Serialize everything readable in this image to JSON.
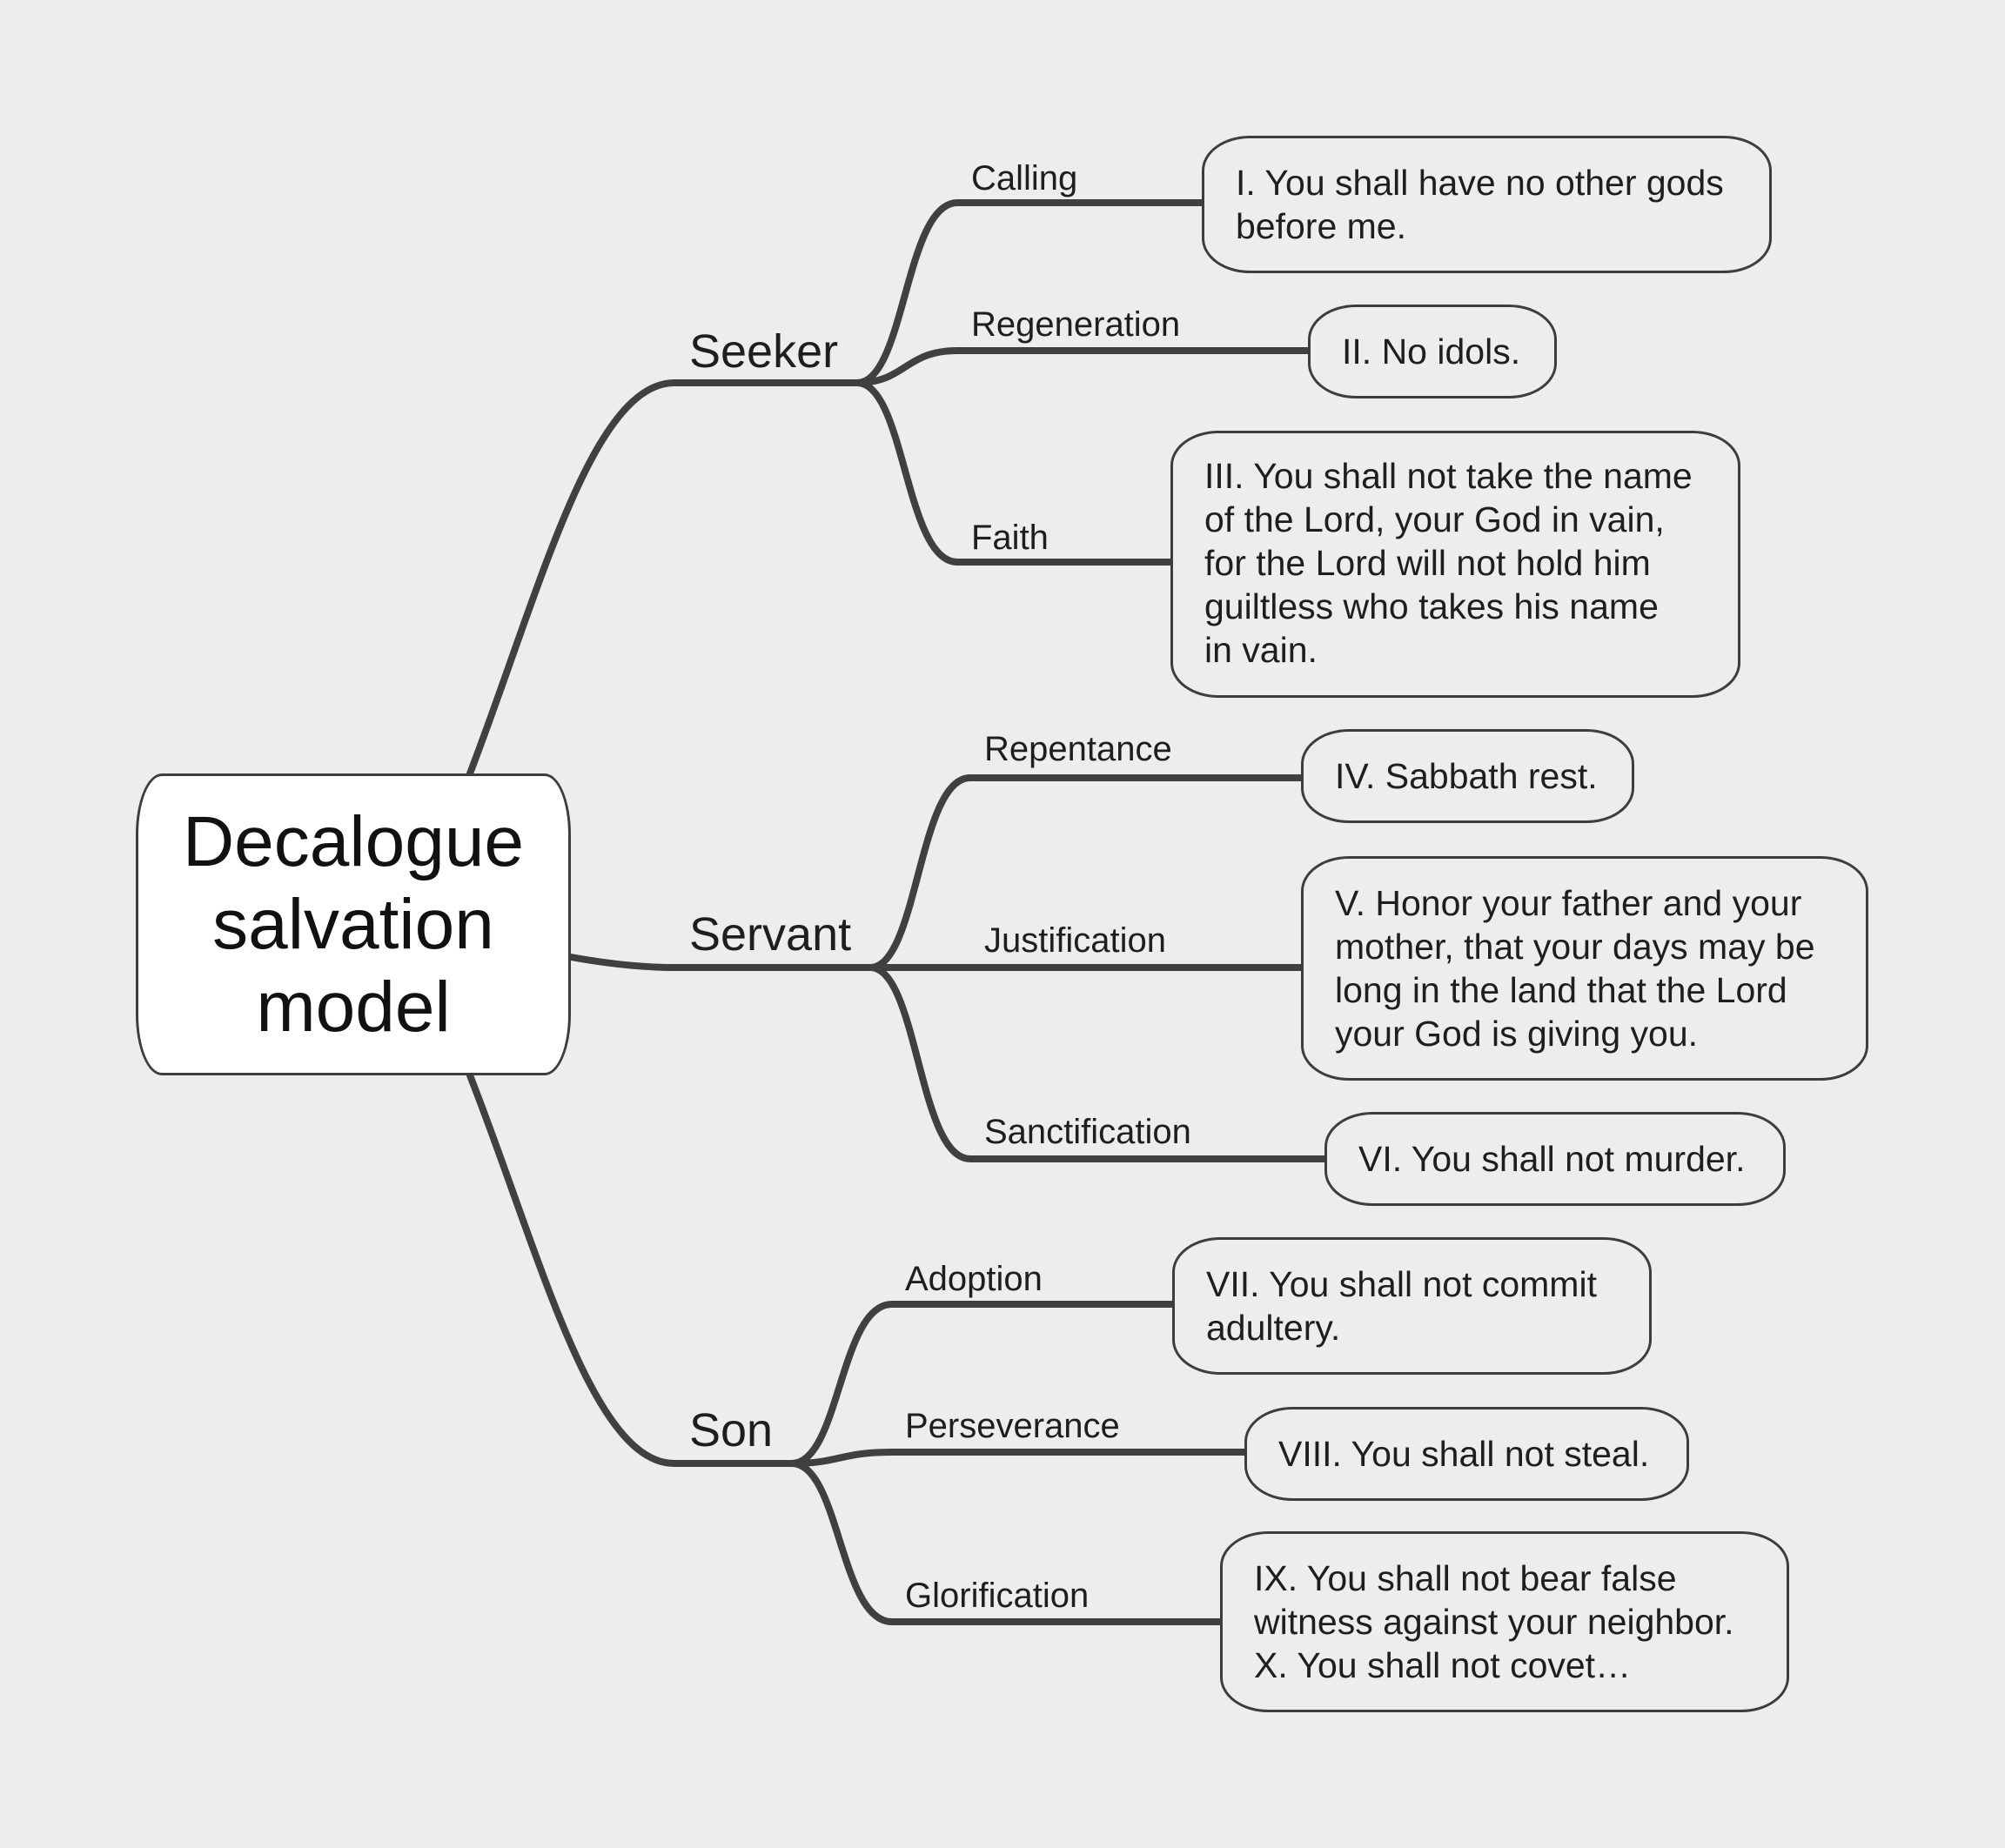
{
  "root": {
    "lines": [
      "Decalogue",
      "salvation",
      "model"
    ]
  },
  "branches": [
    {
      "label": "Seeker",
      "children": [
        {
          "label": "Calling",
          "text": "I. You shall have no other gods\nbefore me."
        },
        {
          "label": "Regeneration",
          "text": "II. No idols."
        },
        {
          "label": "Faith",
          "text": "III. You shall not take the name\nof the Lord, your God in vain,\nfor the Lord will not hold him\nguiltless who takes his name\nin vain."
        }
      ]
    },
    {
      "label": "Servant",
      "children": [
        {
          "label": "Repentance",
          "text": "IV. Sabbath rest."
        },
        {
          "label": "Justification",
          "text": "V. Honor your father and your\nmother, that your days may be\nlong in the land that the Lord\nyour God is giving you."
        },
        {
          "label": "Sanctification",
          "text": "VI. You shall not murder."
        }
      ]
    },
    {
      "label": "Son",
      "children": [
        {
          "label": "Adoption",
          "text": "VII. You shall not commit\nadultery."
        },
        {
          "label": "Perseverance",
          "text": "VIII. You shall not steal."
        },
        {
          "label": "Glorification",
          "text": "IX. You shall not bear false\nwitness against your neighbor.\nX. You shall not covet…"
        }
      ]
    }
  ]
}
